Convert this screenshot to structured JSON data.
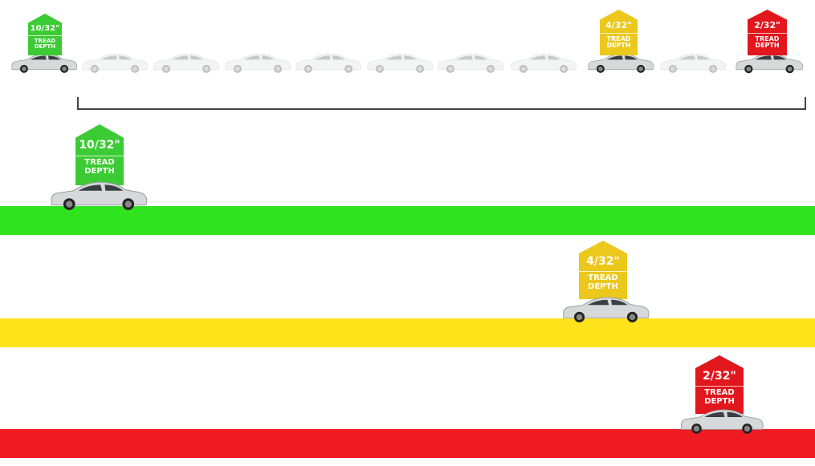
{
  "colors": {
    "green": "#2fe41f",
    "yellow": "#ffe31b",
    "red": "#ee1b22",
    "badge_green": "#3ccb34",
    "badge_yellow": "#ecc81c",
    "badge_red": "#e2161d"
  },
  "top_row": {
    "badges": [
      {
        "value": "10/32\"",
        "label_line1": "TREAD",
        "label_line2": "DEPTH"
      },
      {
        "value": "4/32\"",
        "label_line1": "TREAD",
        "label_line2": "DEPTH"
      },
      {
        "value": "2/32\"",
        "label_line1": "TREAD",
        "label_line2": "DEPTH"
      }
    ]
  },
  "bands": [
    {
      "value": "10/32\"",
      "label_line1": "TREAD",
      "label_line2": "DEPTH",
      "status": "green"
    },
    {
      "value": "4/32\"",
      "label_line1": "TREAD",
      "label_line2": "DEPTH",
      "status": "yellow"
    },
    {
      "value": "2/32\"",
      "label_line1": "TREAD",
      "label_line2": "DEPTH",
      "status": "red"
    }
  ]
}
